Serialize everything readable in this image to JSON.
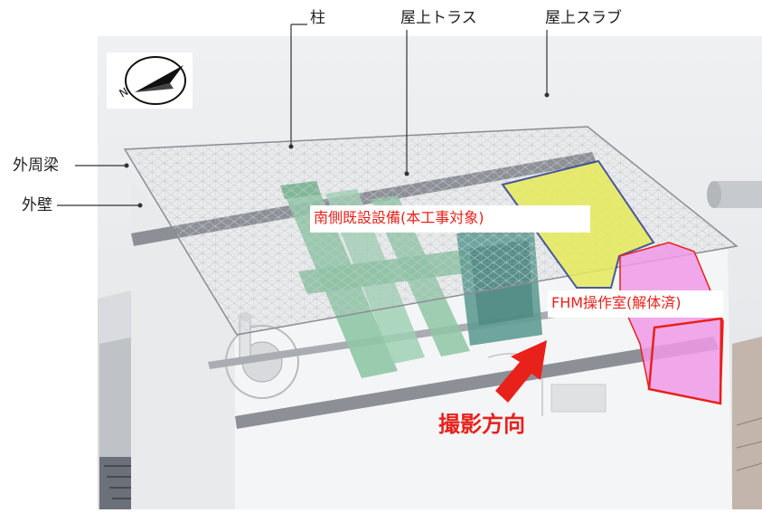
{
  "labels": {
    "column": "柱",
    "roof_truss": "屋上トラス",
    "roof_slab": "屋上スラブ",
    "outer_beam": "外周梁",
    "outer_wall": "外壁",
    "south_equipment": "南側既設設備(本工事対象)",
    "fhm_room": "FHM操作室(解体済)",
    "shooting_direction": "撮影方向",
    "compass_n": "N"
  },
  "colors": {
    "accent_red": "#e8211b",
    "yellow_area": "#e6ea5a",
    "yellow_outline": "#2b3f8f",
    "pink_area": "#ee9ae8",
    "green_equipment": "#8fc6a6",
    "teal_equipment": "#5f9c93"
  },
  "icons": {
    "compass": "compass-icon",
    "arrow": "red-direction-arrow-icon"
  }
}
